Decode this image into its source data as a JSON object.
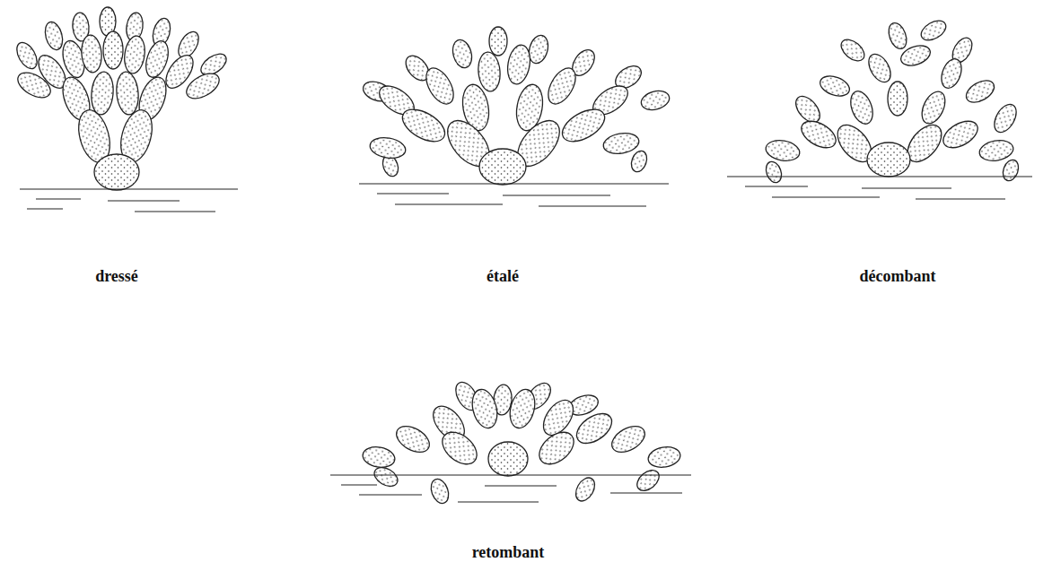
{
  "diagram": {
    "labels": [
      "dressé",
      "étalé",
      "décombant",
      "retombant"
    ]
  }
}
